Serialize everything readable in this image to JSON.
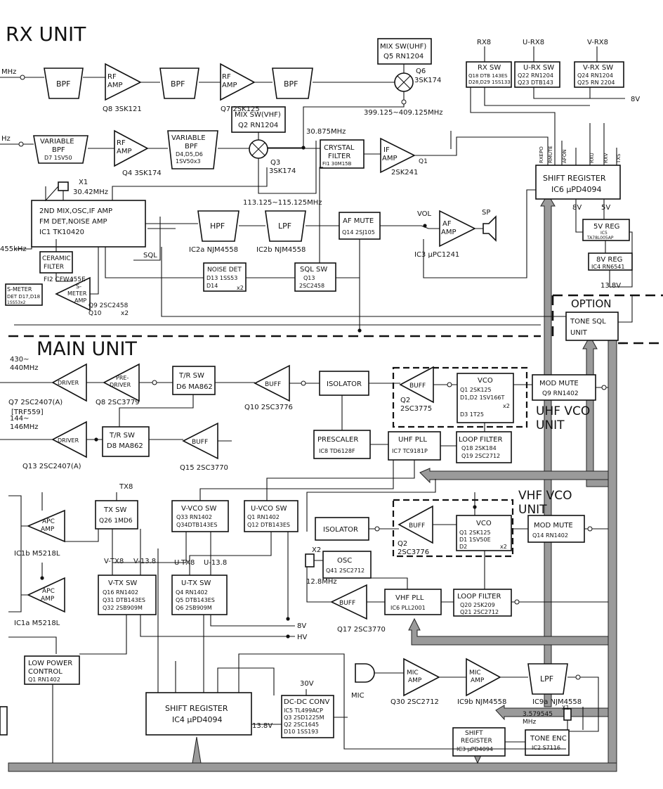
{
  "headings": {
    "rx_unit": "RX UNIT",
    "main_unit": "MAIN UNIT",
    "option": "OPTION",
    "uhf_vco_unit_1": "UHF VCO",
    "uhf_vco_unit_2": "UNIT",
    "vhf_vco_unit_1": "VHF VCO",
    "vhf_vco_unit_2": "UNIT"
  },
  "labels": {
    "uhf_in": "MHz",
    "vhf_in": "Hz",
    "bpf": "BPF",
    "rf_amp_1": "RF",
    "rf_amp_2": "AMP",
    "q8_rf": "Q8 3SK121",
    "q7_rf": "Q7 2SK125",
    "mix_uhf_1": "MIX SW(UHF)",
    "mix_uhf_2": "Q5 RN1204",
    "q6_1": "Q6",
    "q6_2": "3SK174",
    "freq_399": "399.125~409.125MHz",
    "rx8": "RX8",
    "urx8": "U-RX8",
    "vrx8": "V-RX8",
    "rxsw_1": "RX SW",
    "rxsw_2": "Q18 DTB 143ES",
    "rxsw_3": "D28,D29 1SS133",
    "urxsw_1": "U-RX SW",
    "urxsw_2": "Q22 RN1204",
    "urxsw_3": "Q23 DTB143",
    "vrxsw_1": "V-RX SW",
    "vrxsw_2": "Q24 RN1204",
    "vrxsw_3": "Q25 RN 2204",
    "v8_a": "8V",
    "vbpf1_1": "VARIABLE",
    "vbpf1_2": "BPF",
    "vbpf1_3": "D7 1SV50",
    "q4_rf": "Q4 3SK174",
    "vbpf2_1": "VARIABLE",
    "vbpf2_2": "BPF",
    "vbpf2_3": "D4,D5,D6",
    "vbpf2_4": "1SV50x3",
    "mix_vhf_1": "MIX SW(VHF)",
    "mix_vhf_2": "Q2 RN1204",
    "q3_1": "Q3",
    "q3_2": "3SK174",
    "freq_30875": "30.875MHz",
    "crystal_1": "CRYSTAL",
    "crystal_2": "FILTER",
    "crystal_3": "FI1 30M15B",
    "if_amp_1": "IF",
    "if_amp_2": "AMP",
    "if_q1_1": "Q1",
    "if_q1_2": "2SK241",
    "sr_rx_1": "SHIFT REGISTER",
    "sr_rx_2": "IC6 μPD4094",
    "sr_pin_1": "RXEPO",
    "sr_pin_2": "RMUTE",
    "sr_pin_3": "AFON",
    "sr_pin_4": "RXU",
    "sr_pin_5": "RXV",
    "sr_pin_6": "TXS",
    "x1": "X1",
    "x1_freq": "30.42MHz",
    "freq_113": "113.125~115.125MHz",
    "ic1_1": "2ND MIX,OSC,IF AMP",
    "ic1_2": "FM DET,NOISE AMP",
    "ic1_3": "IC1 TK10420",
    "khz455": "455kHz",
    "ceramic_1": "CERAMIC",
    "ceramic_2": "FILTER",
    "ceramic_3": "FI2 CFW455E",
    "sql": "SQL",
    "hpf": "HPF",
    "lpf": "LPF",
    "ic2a": "IC2a NJM4558",
    "ic2b": "IC2b NJM4558",
    "afmute_1": "AF MUTE",
    "afmute_2": "Q14 2SJ105",
    "vol": "VOL",
    "sp": "SP",
    "af_amp_1": "AF",
    "af_amp_2": "AMP",
    "ic3_af": "IC3 μPC1241",
    "v8_b": "8V",
    "v5": "5V",
    "reg5_1": "5V REG",
    "reg5_2": "IC5",
    "reg5_3": "TA78L005AP",
    "reg8_1": "8V REG",
    "reg8_2": "IC4 RN6541",
    "v138_a": "13.8V",
    "noise_1": "NOISE DET",
    "noise_2": "D13 1SS53",
    "noise_3": "D14",
    "noise_4": "x2",
    "sqlsw_1": "SQL SW",
    "sqlsw_2": "Q13",
    "sqlsw_3": "2SC2458",
    "smeter_1": "S-METER",
    "smeter_2": "DET D17,D18",
    "smeter_3": "1SS53x2",
    "smeter_amp_1": "S-",
    "smeter_amp_2": "METER",
    "smeter_amp_3": "AMP",
    "q9q10_1": "Q9 2SC2458",
    "q9q10_2": "Q10",
    "q9q10_3": "x2",
    "tone_sql_1": "TONE SQL",
    "tone_sql_2": "UNIT",
    "freq_430_1": "430~",
    "freq_430_2": "440MHz",
    "driver": "DRIVER",
    "predriver_1": "PRE-",
    "predriver_2": "DRIVER",
    "q7_drv": "Q7 2SC2407(A)",
    "trf559": "[TRF559]",
    "q8_drv": "Q8 2SC3779",
    "trsw1_1": "T/R SW",
    "trsw1_2": "D6 MA862",
    "buff": "BUFF",
    "q10_buff": "Q10 2SC3776",
    "isolator": "ISOLATOR",
    "q2_uhf_1": "Q2",
    "q2_uhf_2": "2SC3775",
    "uvco_1": "VCO",
    "uvco_2": "Q1 2SK125",
    "uvco_3": "D1,D2 1SV166T",
    "uvco_4": "x2",
    "uvco_5": "D3 1T25",
    "modmute_u_1": "MOD MUTE",
    "modmute_u_2": "Q9 RN1402",
    "freq_144_1": "144~",
    "freq_144_2": "146MHz",
    "q13_drv": "Q13 2SC2407(A)",
    "trsw2_1": "T/R SW",
    "trsw2_2": "D8 MA862",
    "q15_buff": "Q15 2SC3770",
    "prescaler_1": "PRESCALER",
    "prescaler_2": "IC8 TD6128F",
    "uhfpll_1": "UHF PLL",
    "uhfpll_2": "IC7 TC9181P",
    "ulf_1": "LOOP FILTER",
    "ulf_2": "Q18 2SK184",
    "ulf_3": "Q19 2SC2712",
    "tx8": "TX8",
    "txsw_1": "TX SW",
    "txsw_2": "Q26 1MD6",
    "vvcosw_1": "V-VCO SW",
    "vvcosw_2": "Q33 RN1402",
    "vvcosw_3": "Q34DTB143ES",
    "uvcosw_1": "U-VCO SW",
    "uvcosw_2": "Q1 RN1402",
    "uvcosw_3": "Q12 DTB143ES",
    "q2_vhf_1": "Q2",
    "q2_vhf_2": "2SC3776",
    "vvco_1": "VCO",
    "vvco_2": "Q1 2SK125",
    "vvco_3": "D1 1SV50E",
    "vvco_4": "D2",
    "vvco_5": "x2",
    "modmute_v_1": "MOD MUTE",
    "modmute_v_2": "Q14 RN1402",
    "apc_1": "APC",
    "apc_2": "AMP",
    "ic1b": "IC1b M5218L",
    "ic1a": "IC1a M5218L",
    "vtx8": "V-TX8",
    "v138_tag": "V-13.8",
    "utx8": "U-TX8",
    "u138_tag": "U-13.8",
    "vtxsw_1": "V-TX SW",
    "vtxsw_2": "Q16 RN1402",
    "vtxsw_3": "Q31 DTB143ES",
    "vtxsw_4": "Q32 2SB909M",
    "utxsw_1": "U-TX SW",
    "utxsw_2": "Q4 RN1402",
    "utxsw_3": "Q5 DTB143ES",
    "utxsw_4": "Q6 2SB909M",
    "x2": "X2",
    "osc_1": "OSC",
    "osc_2": "Q41 2SC2712",
    "freq_128": "12.8MHz",
    "q17_buff": "Q17 2SC3770",
    "vhfpll_1": "VHF PLL",
    "vhfpll_2": "IC6 PLL2001",
    "vlf_1": "LOOP FILTER",
    "vlf_2": "Q20 2SK209",
    "vlf_3": "Q21 2SC2712",
    "v8_c": "8V",
    "hv": "HV",
    "lowpower_1": "LOW POWER",
    "lowpower_2": "CONTROL",
    "lowpower_3": "Q1 RN1402",
    "sr_main_1": "SHIFT REGISTER",
    "sr_main_2": "IC4 μPD4094",
    "v30": "30V",
    "dcdc_1": "DC-DC CONV",
    "dcdc_2": "IC5 TL499ACP",
    "dcdc_3": "Q3 2SD1225M",
    "dcdc_4": "Q2 2SC1645",
    "dcdc_5": "D10 1SS193",
    "v138_b": "13.8V",
    "mic": "MIC",
    "mic_amp_1": "MIC",
    "mic_amp_2": "AMP",
    "q30": "Q30 2SC2712",
    "ic9b": "IC9b NJM4558",
    "ic9a": "IC9a NJM4558",
    "lpf_mic": "LPF",
    "x1_tone": "X1",
    "tone_freq_1": "3.579545",
    "tone_freq_2": "MHz",
    "sr_ic3_1": "SHIFT",
    "sr_ic3_2": "REGISTER",
    "sr_ic3_3": "IC3 μPD4094",
    "tone_enc_1": "TONE ENC",
    "tone_enc_2": "IC2 S7116"
  }
}
